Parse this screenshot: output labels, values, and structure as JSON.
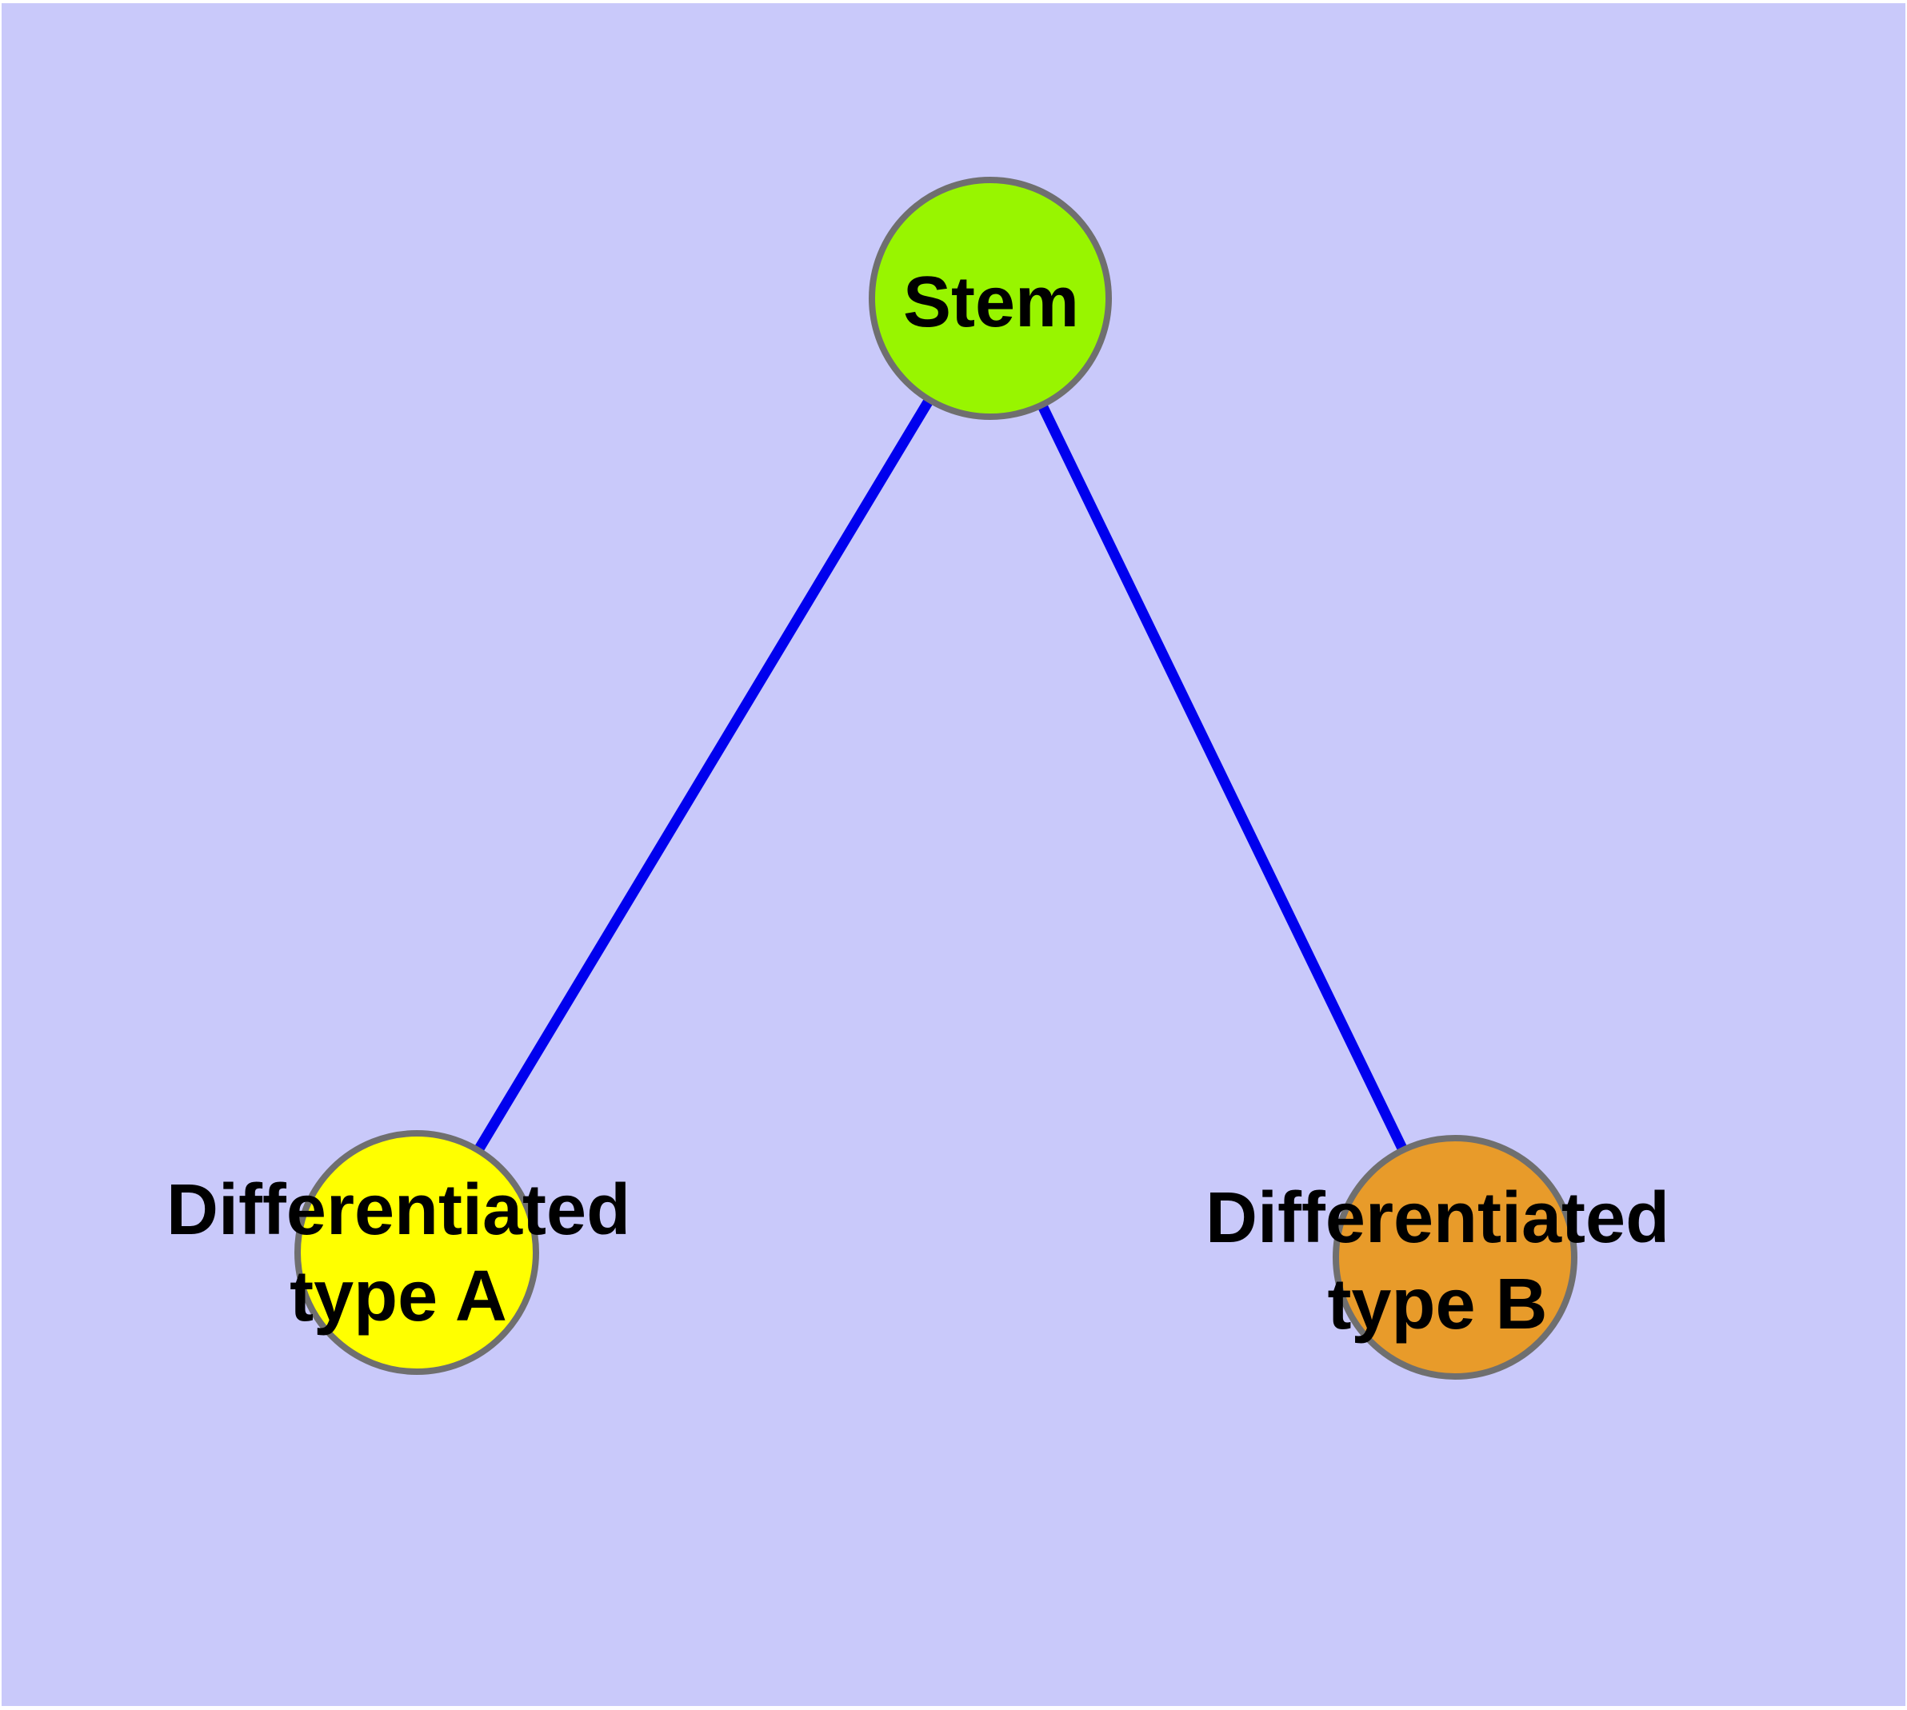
{
  "diagram": {
    "description": "Stem cell differentiation tree diagram",
    "background_color": "#C9C9FA",
    "page_border_color": "#FFFFFF",
    "edge_color": "#0000EE",
    "node_border_color": "#6F6F6F",
    "nodes": {
      "stem": {
        "label": "Stem",
        "fill": "#98F500"
      },
      "type_a": {
        "label": "Differentiated\ntype A",
        "fill": "#FFFF00"
      },
      "type_b": {
        "label": "Differentiated\ntype B",
        "fill": "#E89B2A"
      }
    },
    "edges": [
      {
        "from": "stem",
        "to": "type_a"
      },
      {
        "from": "stem",
        "to": "type_b"
      }
    ]
  }
}
